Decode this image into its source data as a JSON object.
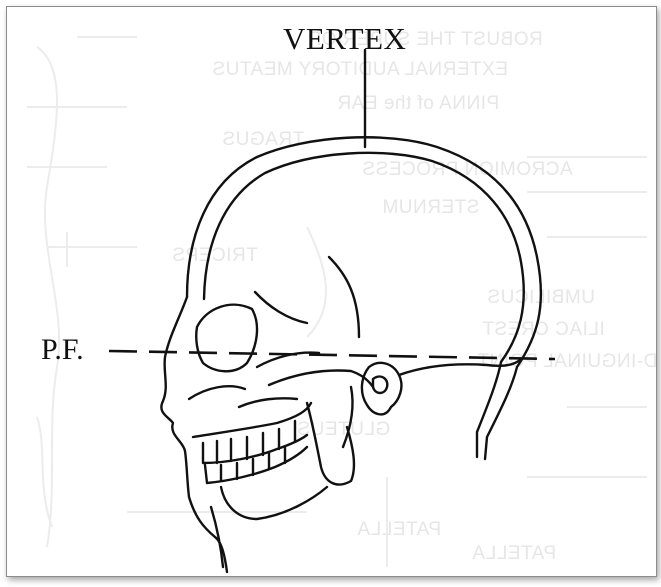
{
  "labels": {
    "vertex": "VERTEX",
    "pf": "P.F."
  },
  "background_text": [
    "ROBUST THE SUPERIOR",
    "EXTERNAL AUDITORY MEATUS",
    "PINNA of the EAR",
    "TRAGUS",
    "ACROMION PROCESS",
    "STERNUM",
    "TRICEPS",
    "UMBILICUS",
    "ILIAC CREST",
    "MID-INGUINAL POINT",
    "GLUTEUS",
    "PATELLA",
    "PATELLA"
  ],
  "colors": {
    "ink": "#111111",
    "ghost": "#e6e6e6",
    "frame_border": "#8c8c8c"
  }
}
